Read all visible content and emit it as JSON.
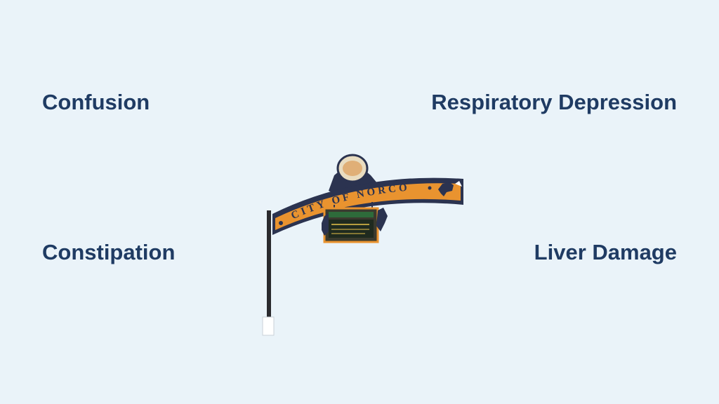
{
  "colors": {
    "background": "#eaf3f9",
    "text": "#1f3b63",
    "arch_fill": "#e9932f",
    "arch_border": "#2b3350",
    "pole": "#2a2a2e"
  },
  "labels": {
    "top_left": "Confusion",
    "top_right": "Respiratory Depression",
    "bottom_left": "Constipation",
    "bottom_right": "Liver Damage"
  },
  "sign": {
    "arch_text": "CITY OF NORCO",
    "icon": "city-entrance-arch-sign-photo"
  }
}
